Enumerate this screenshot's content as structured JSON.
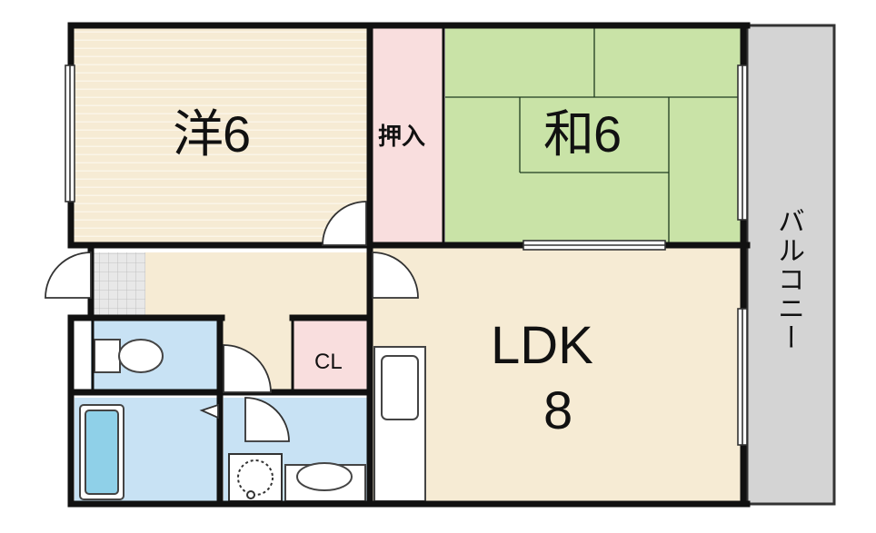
{
  "rooms": {
    "western": {
      "label": "洋6"
    },
    "japanese": {
      "label": "和6"
    },
    "closet_oshiire": {
      "label": "押入"
    },
    "ldk": {
      "label": "LDK",
      "size": "8"
    },
    "closet_cl": {
      "label": "CL"
    },
    "balcony": {
      "label": "バルコニー"
    }
  },
  "colors": {
    "western_floor": "#f6ebd4",
    "japanese_tatami": "#c9e3a7",
    "oshiire": "#f9dede",
    "ldk_floor": "#f6ebd4",
    "wet_area": "#c8e2f4",
    "balcony": "#d4d4d4",
    "wall": "#111111"
  }
}
